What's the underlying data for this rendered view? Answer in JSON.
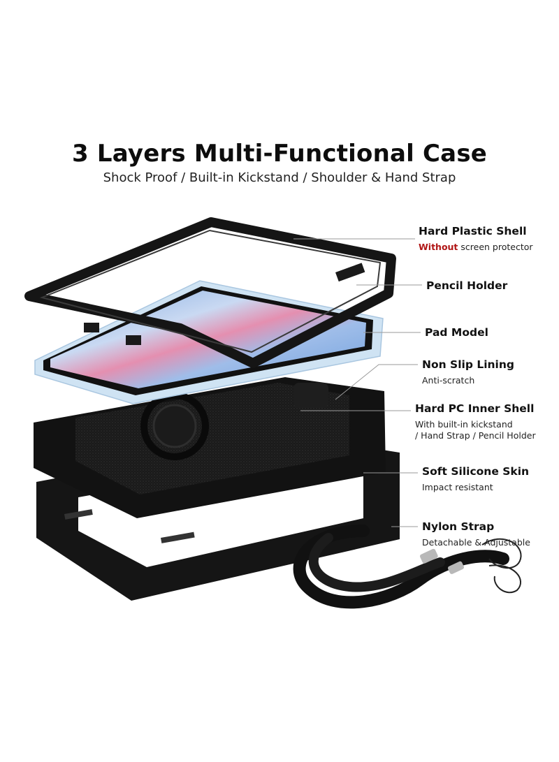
{
  "header": {
    "title": "3 Layers Multi-Functional Case",
    "subtitle": "Shock Proof / Built-in Kickstand / Shoulder & Hand Strap"
  },
  "callouts": [
    {
      "name": "Hard Plastic Shell",
      "desc_highlight": "Without",
      "desc": " screen protector"
    },
    {
      "name": "Pencil Holder"
    },
    {
      "name": "Pad Model"
    },
    {
      "name": "Non Slip Lining",
      "desc": "Anti-scratch"
    },
    {
      "name": "Hard PC Inner Shell",
      "desc_line1": "With built-in kickstand",
      "desc_line2": "/ Hand Strap / Pencil Holder"
    },
    {
      "name": "Soft Silicone Skin",
      "desc": "Impact resistant"
    },
    {
      "name": "Nylon Strap",
      "desc": "Detachable & Adjustable"
    }
  ],
  "colors": {
    "highlight": "#b01515",
    "case_black": "#141414",
    "tablet_frame": "#cfe3f3",
    "screen_blue": "#8fb8e6",
    "screen_pink": "#e98aa6"
  }
}
